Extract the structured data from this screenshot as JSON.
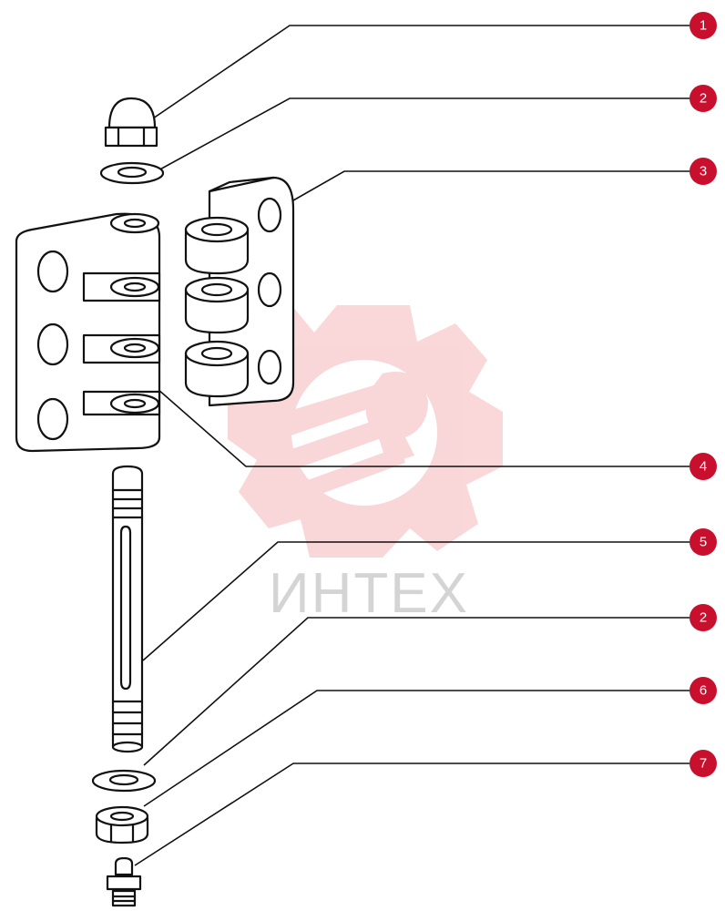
{
  "callouts": [
    {
      "id": "c1",
      "number": "1"
    },
    {
      "id": "c2a",
      "number": "2"
    },
    {
      "id": "c3",
      "number": "3"
    },
    {
      "id": "c4",
      "number": "4"
    },
    {
      "id": "c5",
      "number": "5"
    },
    {
      "id": "c2b",
      "number": "2"
    },
    {
      "id": "c6",
      "number": "6"
    },
    {
      "id": "c7",
      "number": "7"
    }
  ],
  "watermark": {
    "text": "ИНТЕХ",
    "color": "#e8474e"
  },
  "colors": {
    "badge": "#c8102e",
    "line": "#111111",
    "watermark_text": "#d4d4d4"
  }
}
